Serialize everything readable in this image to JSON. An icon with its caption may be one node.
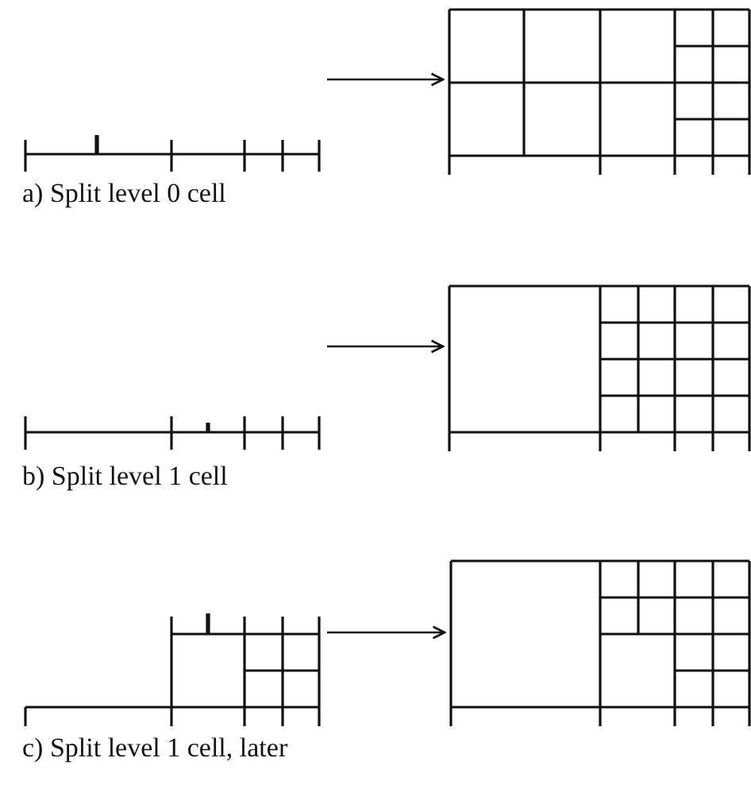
{
  "diagram": {
    "nodes": [
      {
        "text": [],
        "shape": "picture"
      },
      {
        "text": [],
        "shape": "picture"
      },
      {
        "text": [],
        "shape": "picture"
      },
      {
        "text": [],
        "shape": "picture"
      },
      {
        "text": [],
        "shape": "picture"
      },
      {
        "text": [],
        "shape": "picture"
      }
    ],
    "edges": [
      {
        "from": 0,
        "to": 1,
        "arrow": "to"
      },
      {
        "from": 2,
        "to": 3,
        "arrow": "to"
      },
      {
        "from": 4,
        "to": 5,
        "arrow": "to"
      }
    ],
    "labels": [
      "a) Split level 0 cell",
      "b) Split level 1 cell",
      "c) Split level 1 cell, later"
    ]
  }
}
